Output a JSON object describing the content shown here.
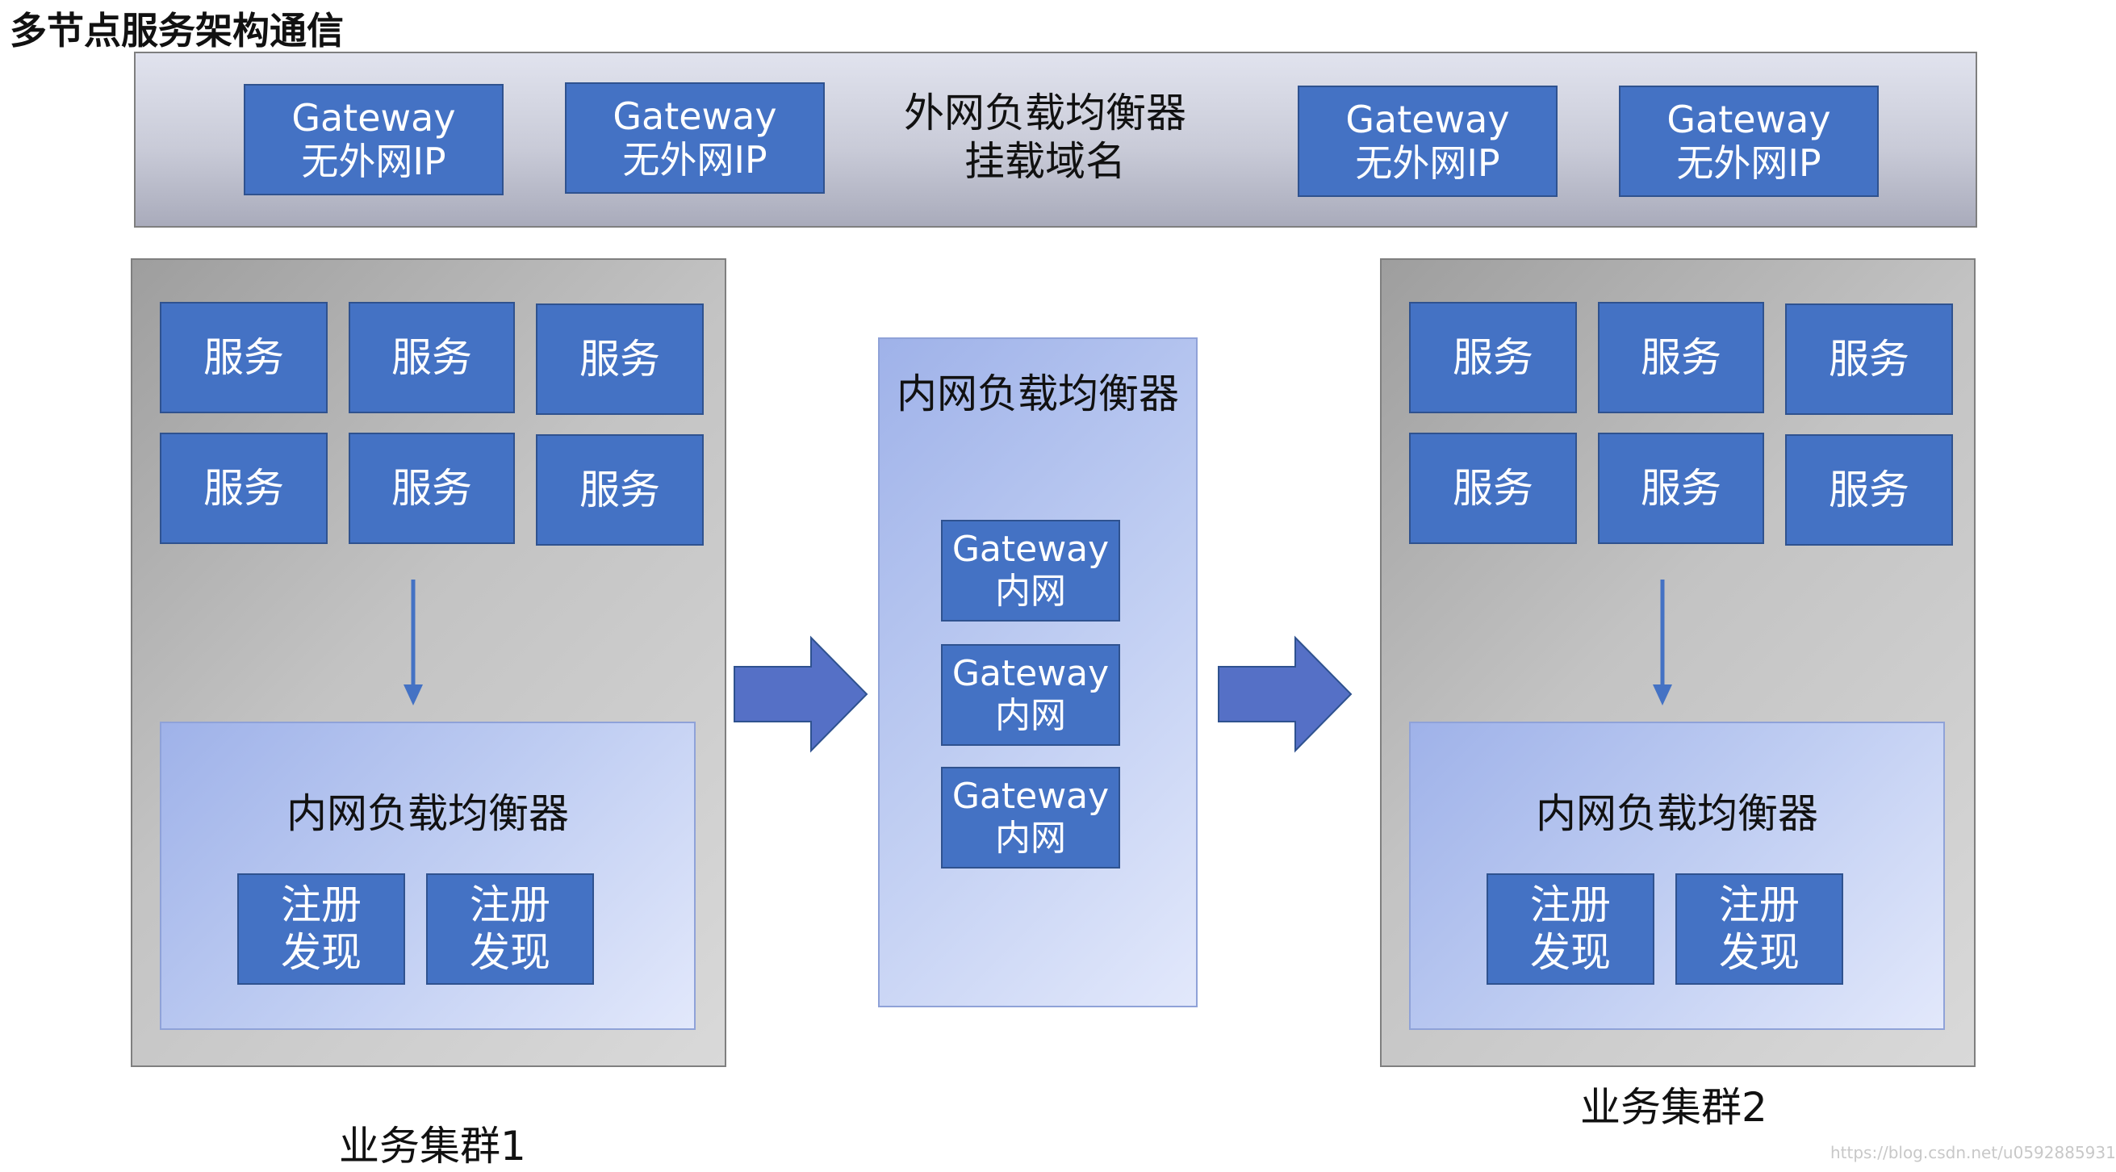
{
  "title": "多节点服务架构通信",
  "external_lb": {
    "gateways": [
      {
        "line1": "Gateway",
        "line2": "无外网IP"
      },
      {
        "line1": "Gateway",
        "line2": "无外网IP"
      },
      {
        "line1": "Gateway",
        "line2": "无外网IP"
      },
      {
        "line1": "Gateway",
        "line2": "无外网IP"
      }
    ],
    "label_line1": "外网负载均衡器",
    "label_line2": "挂载域名"
  },
  "cluster1": {
    "services": [
      "服务",
      "服务",
      "服务",
      "服务",
      "服务",
      "服务"
    ],
    "lb_label": "内网负载均衡器",
    "registries": [
      {
        "line1": "注册",
        "line2": "发现"
      },
      {
        "line1": "注册",
        "line2": "发现"
      }
    ],
    "caption": "业务集群1"
  },
  "middle_lb": {
    "label": "内网负载均衡器",
    "gateways": [
      {
        "line1": "Gateway",
        "line2": "内网"
      },
      {
        "line1": "Gateway",
        "line2": "内网"
      },
      {
        "line1": "Gateway",
        "line2": "内网"
      }
    ]
  },
  "cluster2": {
    "services": [
      "服务",
      "服务",
      "服务",
      "服务",
      "服务",
      "服务"
    ],
    "lb_label": "内网负载均衡器",
    "registries": [
      {
        "line1": "注册",
        "line2": "发现"
      },
      {
        "line1": "注册",
        "line2": "发现"
      }
    ],
    "caption": "业务集群2"
  },
  "watermark": "https://blog.csdn.net/u0592885931",
  "colors": {
    "box_blue": "#4472c4",
    "box_border": "#2f528f",
    "arrow_blue": "#5570c6"
  }
}
